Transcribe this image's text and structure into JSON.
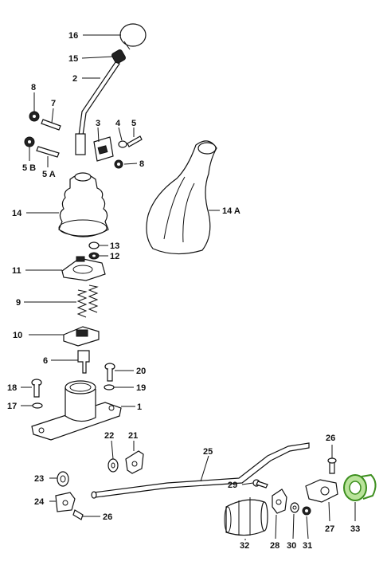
{
  "labels": {
    "l1": "1",
    "l2": "2",
    "l3": "3",
    "l4": "4",
    "l5": "5",
    "l5a": "5 A",
    "l5b": "5 B",
    "l6": "6",
    "l7": "7",
    "l8a": "8",
    "l8b": "8",
    "l9": "9",
    "l10": "10",
    "l11": "11",
    "l12": "12",
    "l13": "13",
    "l14": "14",
    "l14a": "14 A",
    "l15": "15",
    "l16": "16",
    "l17": "17",
    "l18": "18",
    "l19": "19",
    "l20": "20",
    "l21": "21",
    "l22": "22",
    "l23": "23",
    "l24": "24",
    "l25": "25",
    "l26a": "26",
    "l26b": "26",
    "l27": "27",
    "l28": "28",
    "l29": "29",
    "l30": "30",
    "l31": "31",
    "l32": "32",
    "l33": "33"
  },
  "highlight": {
    "part": "33",
    "color": "#3d8f1f"
  }
}
